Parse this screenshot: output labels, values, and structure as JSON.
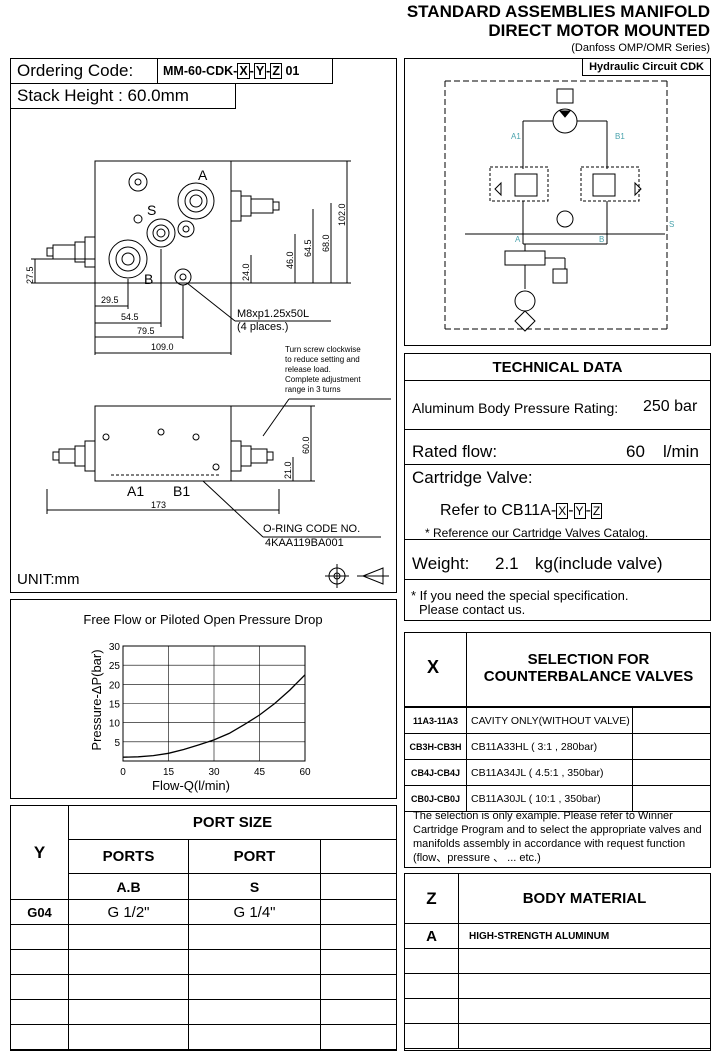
{
  "header": {
    "title1": "STANDARD ASSEMBLIES MANIFOLD",
    "title2": "DIRECT MOTOR MOUNTED",
    "subtitle": "(Danfoss OMP/OMR Series)"
  },
  "drawing": {
    "ordering_label": "Ordering Code:",
    "ordering_code_a": "MM-60-CDK-",
    "ordering_x": "X",
    "ordering_dash1": "-",
    "ordering_y": "Y",
    "ordering_dash2": "-",
    "ordering_z": "Z",
    "ordering_suffix": "01",
    "stack_height": "Stack Height : 60.0mm",
    "port_a": "A",
    "port_s": "S",
    "port_b": "B",
    "port_a1": "A1",
    "port_b1": "B1",
    "dims": {
      "d102": "102.0",
      "d68": "68.0",
      "d645": "64.5",
      "d46": "46.0",
      "d24": "24.0",
      "d275": "27.5",
      "d295": "29.5",
      "d545": "54.5",
      "d795": "79.5",
      "d109": "109.0",
      "d60": "60.0",
      "d21": "21.0",
      "d173": "173"
    },
    "bolt_note_1": "M8xp1.25x50L",
    "bolt_note_2": "(4 places.)",
    "screw_note": [
      "Turn screw clockwise",
      "to reduce setting and",
      "release load.",
      "Complete adjustment",
      "range in 3 turns"
    ],
    "oring_label": "O-RING CODE NO.",
    "oring_code": "4KAA119BA001",
    "unit": "UNIT:mm"
  },
  "circuit": {
    "title": "Hydraulic Circuit CDK",
    "labels": {
      "a1": "A1",
      "b1": "B1",
      "a": "A",
      "b": "B",
      "s": "S"
    }
  },
  "technical": {
    "title": "TECHNICAL DATA",
    "pressure_label": "Aluminum Body Pressure Rating:",
    "pressure_value": "250 bar",
    "flow_label": "Rated flow:",
    "flow_value": "60",
    "flow_unit": "l/min",
    "cartridge_label": "Cartridge Valve:",
    "refer_prefix": "Refer to CB11A-",
    "refer_x": "X",
    "refer_dash1": "-",
    "refer_y": "Y",
    "refer_dash2": "-",
    "refer_z": "Z",
    "catalog_note": "* Reference our Cartridge Valves Catalog.",
    "weight_label": "Weight:",
    "weight_value": "2.1",
    "weight_unit": "kg(include valve)",
    "special_note_1": "* If you need the special specification.",
    "special_note_2": "Please contact us."
  },
  "chart_data": {
    "type": "line",
    "title": "Free Flow or Piloted Open Pressure Drop",
    "xlabel": "Flow-Q(l/min)",
    "ylabel": "Pressure-ΔP(bar)",
    "xlim": [
      0,
      60
    ],
    "ylim": [
      0,
      30
    ],
    "xticks": [
      0,
      15,
      30,
      45,
      60
    ],
    "yticks": [
      5,
      10,
      15,
      20,
      25,
      30
    ],
    "grid": true,
    "x": [
      0,
      5,
      10,
      15,
      20,
      25,
      30,
      35,
      40,
      45,
      50,
      55,
      60
    ],
    "y": [
      1.0,
      1.1,
      1.4,
      2.0,
      3.0,
      4.2,
      5.5,
      7.2,
      9.5,
      12.0,
      15.0,
      18.5,
      22.5
    ]
  },
  "counterbalance": {
    "x_header": "X",
    "title_1": "SELECTION FOR",
    "title_2": "COUNTERBALANCE VALVES",
    "rows": [
      {
        "code": "11A3-11A3",
        "desc": "CAVITY ONLY(WITHOUT VALVE)"
      },
      {
        "code": "CB3H-CB3H",
        "desc": "CB11A33HL ( 3:1 , 280bar)"
      },
      {
        "code": "CB4J-CB4J",
        "desc": "CB11A34JL ( 4.5:1 , 350bar)"
      },
      {
        "code": "CB0J-CB0J",
        "desc": "CB11A30JL ( 10:1 , 350bar)"
      }
    ],
    "note": "The selection is only example. Please refer to Winner Cartridge Program and to select the appropriate valves and manifolds assembly in accordance with request function (flow、pressure 、 ... etc.)"
  },
  "port_size": {
    "y_header": "Y",
    "title": "PORT SIZE",
    "col1": "PORTS",
    "col2": "PORT",
    "sub1": "A.B",
    "sub2": "S",
    "rows": [
      {
        "code": "G04",
        "ab": "G 1/2\"",
        "s": "G 1/4\""
      }
    ]
  },
  "body_material": {
    "z_header": "Z",
    "title": "BODY MATERIAL",
    "rows": [
      {
        "code": "A",
        "desc": "HIGH-STRENGTH ALUMINUM"
      }
    ]
  }
}
